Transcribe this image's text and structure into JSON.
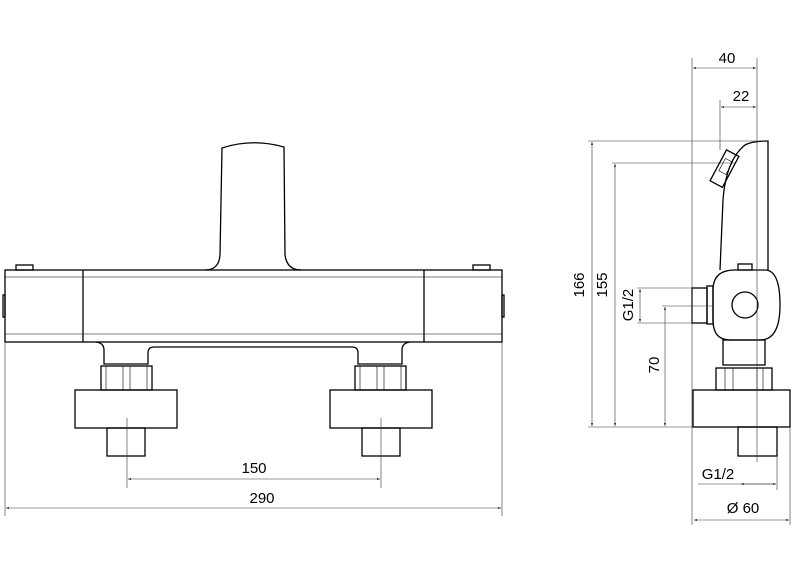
{
  "front_view": {
    "dim_centers": "150",
    "dim_width": "290"
  },
  "side_view": {
    "dim_depth": "40",
    "dim_lever": "22",
    "dim_height_total": "166",
    "dim_height_lever": "155",
    "dim_side_inlet": "G1/2",
    "dim_inlet_height": "70",
    "dim_bottom_thread": "G1/2",
    "dim_base_diameter": "Ø 60"
  }
}
